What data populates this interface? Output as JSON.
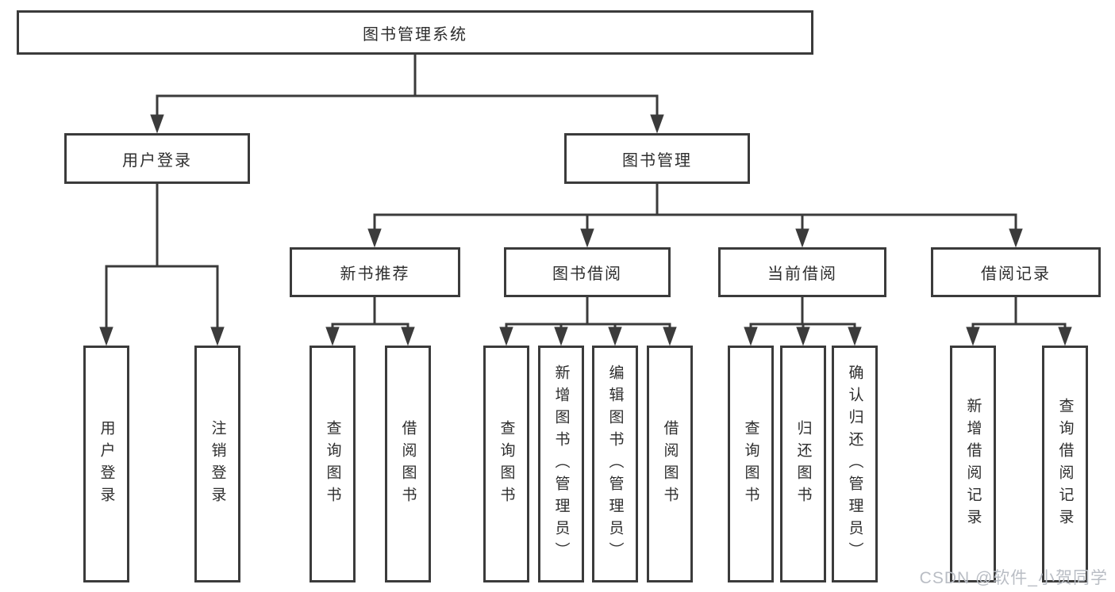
{
  "diagram_title": "图书管理系统",
  "watermark": "CSDN @软件_小贺同学",
  "nodes": {
    "root": "图书管理系统",
    "user_login": "用户登录",
    "book_management": "图书管理",
    "new_book_recommend": "新书推荐",
    "book_borrowing": "图书借阅",
    "current_borrowing": "当前借阅",
    "borrowing_records": "借阅记录",
    "leaf_user_login": "用户登录",
    "leaf_logout": "注销登录",
    "leaf_nb_query_books": "查询图书",
    "leaf_nb_borrow_books": "借阅图书",
    "leaf_bb_query_books": "查询图书",
    "leaf_bb_add_books": "新增图书（管理员）",
    "leaf_bb_edit_books": "编辑图书（管理员）",
    "leaf_bb_borrow_books": "借阅图书",
    "leaf_cb_query_books": "查询图书",
    "leaf_cb_return_books": "归还图书",
    "leaf_cb_confirm_return": "确认归还（管理员）",
    "leaf_br_add_record": "新增借阅记录",
    "leaf_br_query_record": "查询借阅记录"
  },
  "colors": {
    "line": "#3b3b3b",
    "border": "#3b3b3b",
    "text": "#2e2e2e",
    "watermark": "#b9bdc4",
    "background": "#ffffff"
  }
}
